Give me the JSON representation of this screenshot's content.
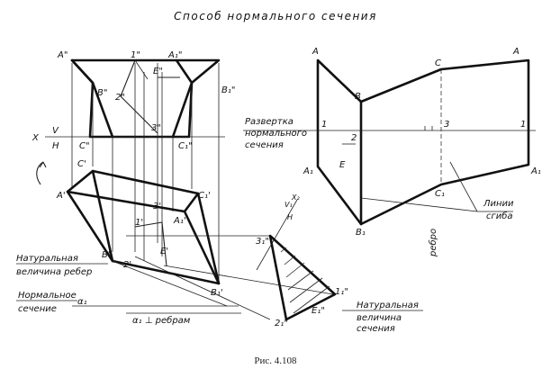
{
  "title": "Способ нормального сечения",
  "caption": "Рис. 4.108",
  "left": {
    "points": {
      "A2": "A\"",
      "A1_2": "A₁\"",
      "B2": "B\"",
      "B1_2": "B₁\"",
      "C2": "C\"",
      "C1_2": "C₁\"",
      "one2": "1\"",
      "two2": "2\"",
      "three2": "3\"",
      "E2": "E\"",
      "A1": "A'",
      "A1_1": "A₁'",
      "B1": "B'",
      "B1_1": "B₁'",
      "C1": "C'",
      "C1_1": "C₁'",
      "one1": "1'",
      "two1": "2'",
      "three1": "3'",
      "E1": "E'"
    },
    "axis": {
      "X": "X",
      "V": "V",
      "H": "H"
    },
    "axis2": {
      "V1": "V₁",
      "X2": "X₂",
      "H": "H"
    },
    "profile": {
      "three": "3₁\"",
      "two": "2₁\"",
      "one": "1₁\"",
      "E": "E₁\""
    },
    "alpha": "α₁",
    "alpha_perp": "α₁ ⊥ ребрам",
    "label_true_edge_1": "Натуральная",
    "label_true_edge_2": "величина ребер",
    "label_normal_1": "Нормальное",
    "label_normal_2": "сечение",
    "label_true_sec_1": "Натуральная",
    "label_true_sec_2": "величина",
    "label_true_sec_3": "сечения"
  },
  "right": {
    "points": {
      "A_l": "A",
      "A_r": "A",
      "A1_l": "A₁",
      "A1_r": "A₁",
      "B": "B",
      "B1": "B₁",
      "C": "C",
      "C1": "C₁",
      "one_l": "1",
      "one_r": "1",
      "two": "2",
      "three": "3",
      "E": "E"
    },
    "label_dev_1": "Развертка",
    "label_dev_2": "нормального",
    "label_dev_3": "сечения",
    "label_fold_1": "Линии",
    "label_fold_2": "сгиба",
    "label_edge": "ребро"
  }
}
